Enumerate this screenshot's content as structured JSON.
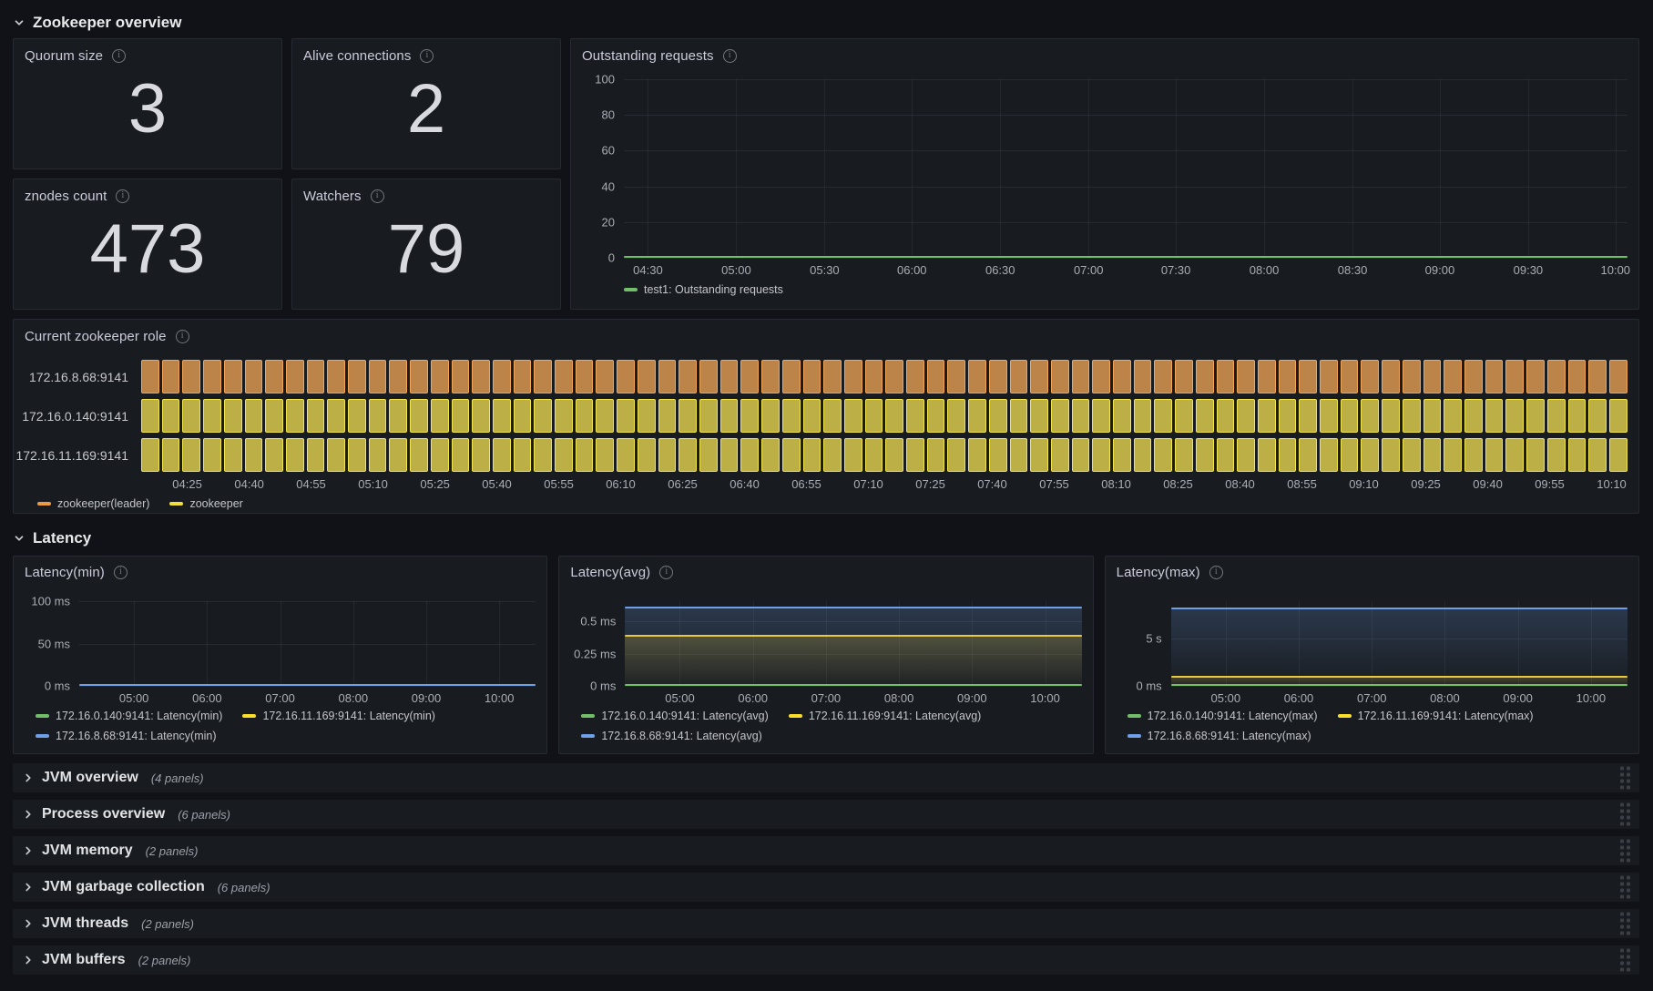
{
  "colors": {
    "page_bg": "#111217",
    "panel_bg": "#181B1F",
    "text_primary": "#CCCCDC",
    "text_secondary": "#9DA0A8",
    "tick_text": "#ABADB5",
    "green": "#73BF69",
    "yellow": "#FADE2A",
    "yellow_line": "#E8C93D",
    "blue": "#6E9FE8",
    "leader_fill": "#BC8448",
    "leader_border": "#F2A65A",
    "follower_fill": "#BBAF46",
    "follower_border": "#F2E54E"
  },
  "sections": {
    "zookeeper": {
      "title": "Zookeeper overview"
    },
    "latency": {
      "title": "Latency"
    }
  },
  "stats": [
    {
      "title": "Quorum size",
      "value": "3"
    },
    {
      "title": "Alive connections",
      "value": "2"
    },
    {
      "title": "znodes count",
      "value": "473"
    },
    {
      "title": "Watchers",
      "value": "79"
    }
  ],
  "outstanding": {
    "title": "Outstanding requests",
    "y_ticks": [
      {
        "label": "100",
        "pct": 0
      },
      {
        "label": "80",
        "pct": 20
      },
      {
        "label": "60",
        "pct": 40
      },
      {
        "label": "40",
        "pct": 60
      },
      {
        "label": "20",
        "pct": 80
      },
      {
        "label": "0",
        "pct": 100
      }
    ],
    "x_ticks": [
      {
        "label": "04:30",
        "pct": 2.4
      },
      {
        "label": "05:00",
        "pct": 11.2
      },
      {
        "label": "05:30",
        "pct": 20.0
      },
      {
        "label": "06:00",
        "pct": 28.7
      },
      {
        "label": "06:30",
        "pct": 37.5
      },
      {
        "label": "07:00",
        "pct": 46.3
      },
      {
        "label": "07:30",
        "pct": 55.0
      },
      {
        "label": "08:00",
        "pct": 63.8
      },
      {
        "label": "08:30",
        "pct": 72.6
      },
      {
        "label": "09:00",
        "pct": 81.3
      },
      {
        "label": "09:30",
        "pct": 90.1
      },
      {
        "label": "10:00",
        "pct": 98.8
      }
    ],
    "lines": [
      {
        "color": "#73BF69",
        "pct": 100,
        "fill": false
      }
    ],
    "legend": [
      {
        "label": "test1: Outstanding requests",
        "color": "#73BF69"
      }
    ]
  },
  "role": {
    "title": "Current zookeeper role",
    "bar_count": 72,
    "rows": [
      {
        "label": "172.16.8.68:9141",
        "state": "leader"
      },
      {
        "label": "172.16.0.140:9141",
        "state": "follower"
      },
      {
        "label": "172.16.11.169:9141",
        "state": "follower"
      }
    ],
    "x_ticks": [
      {
        "label": "04:25",
        "pct": 3.1
      },
      {
        "label": "04:40",
        "pct": 7.27
      },
      {
        "label": "04:55",
        "pct": 11.43
      },
      {
        "label": "05:10",
        "pct": 15.6
      },
      {
        "label": "05:25",
        "pct": 19.77
      },
      {
        "label": "05:40",
        "pct": 23.93
      },
      {
        "label": "05:55",
        "pct": 28.1
      },
      {
        "label": "06:10",
        "pct": 32.26
      },
      {
        "label": "06:25",
        "pct": 36.43
      },
      {
        "label": "06:40",
        "pct": 40.6
      },
      {
        "label": "06:55",
        "pct": 44.76
      },
      {
        "label": "07:10",
        "pct": 48.93
      },
      {
        "label": "07:25",
        "pct": 53.1
      },
      {
        "label": "07:40",
        "pct": 57.26
      },
      {
        "label": "07:55",
        "pct": 61.43
      },
      {
        "label": "08:10",
        "pct": 65.6
      },
      {
        "label": "08:25",
        "pct": 69.76
      },
      {
        "label": "08:40",
        "pct": 73.93
      },
      {
        "label": "08:55",
        "pct": 78.1
      },
      {
        "label": "09:10",
        "pct": 82.26
      },
      {
        "label": "09:25",
        "pct": 86.43
      },
      {
        "label": "09:40",
        "pct": 90.6
      },
      {
        "label": "09:55",
        "pct": 94.76
      },
      {
        "label": "10:10",
        "pct": 98.93
      }
    ],
    "legend": [
      {
        "label": "zookeeper(leader)",
        "color": "#ED9B43"
      },
      {
        "label": "zookeeper",
        "color": "#F2DF3C"
      }
    ]
  },
  "latency_x_ticks": [
    {
      "label": "05:00",
      "pct": 12
    },
    {
      "label": "06:00",
      "pct": 28
    },
    {
      "label": "07:00",
      "pct": 44
    },
    {
      "label": "08:00",
      "pct": 60
    },
    {
      "label": "09:00",
      "pct": 76
    },
    {
      "label": "10:00",
      "pct": 92
    }
  ],
  "latency_panels": [
    {
      "title": "Latency(min)",
      "y_ticks": [
        {
          "label": "100 ms",
          "pct": 0
        },
        {
          "label": "50 ms",
          "pct": 50
        },
        {
          "label": "0 ms",
          "pct": 100
        }
      ],
      "lines": [
        {
          "color": "#6E9FE8",
          "pct": 100,
          "fill": false
        }
      ],
      "legend": [
        {
          "label": "172.16.0.140:9141: Latency(min)",
          "color": "#73BF69"
        },
        {
          "label": "172.16.11.169:9141: Latency(min)",
          "color": "#FADE2A"
        },
        {
          "label": "172.16.8.68:9141: Latency(min)",
          "color": "#6E9FE8"
        }
      ]
    },
    {
      "title": "Latency(avg)",
      "y_ticks": [
        {
          "label": "0.5 ms",
          "pct": 24
        },
        {
          "label": "0.25 ms",
          "pct": 62
        },
        {
          "label": "0 ms",
          "pct": 100
        }
      ],
      "lines": [
        {
          "color": "#6E9FE8",
          "pct": 7.5,
          "fill": true,
          "fill_rgb": "110,159,232"
        },
        {
          "color": "#E8C93D",
          "pct": 41,
          "fill": true,
          "fill_rgb": "232,201,61"
        },
        {
          "color": "#73BF69",
          "pct": 100,
          "fill": false
        }
      ],
      "legend": [
        {
          "label": "172.16.0.140:9141: Latency(avg)",
          "color": "#73BF69"
        },
        {
          "label": "172.16.11.169:9141: Latency(avg)",
          "color": "#FADE2A"
        },
        {
          "label": "172.16.8.68:9141: Latency(avg)",
          "color": "#6E9FE8"
        }
      ]
    },
    {
      "title": "Latency(max)",
      "y_ticks": [
        {
          "label": "5 s",
          "pct": 44
        },
        {
          "label": "0 ms",
          "pct": 100
        }
      ],
      "lines": [
        {
          "color": "#6E9FE8",
          "pct": 8.5,
          "fill": true,
          "fill_rgb": "110,159,232"
        },
        {
          "color": "#E8C93D",
          "pct": 90,
          "fill": true,
          "fill_rgb": "232,201,61"
        },
        {
          "color": "#73BF69",
          "pct": 100,
          "fill": false
        }
      ],
      "legend": [
        {
          "label": "172.16.0.140:9141: Latency(max)",
          "color": "#73BF69"
        },
        {
          "label": "172.16.11.169:9141: Latency(max)",
          "color": "#FADE2A"
        },
        {
          "label": "172.16.8.68:9141: Latency(max)",
          "color": "#6E9FE8"
        }
      ]
    }
  ],
  "collapsed_rows": [
    {
      "title": "JVM overview",
      "count": "(4 panels)"
    },
    {
      "title": "Process overview",
      "count": "(6 panels)"
    },
    {
      "title": "JVM memory",
      "count": "(2 panels)"
    },
    {
      "title": "JVM garbage collection",
      "count": "(6 panels)"
    },
    {
      "title": "JVM threads",
      "count": "(2 panels)"
    },
    {
      "title": "JVM buffers",
      "count": "(2 panels)"
    }
  ],
  "chart_data": [
    {
      "type": "line",
      "title": "Outstanding requests",
      "xlabel": "",
      "ylabel": "",
      "ylim": [
        0,
        100
      ],
      "x": [
        "04:30",
        "05:00",
        "05:30",
        "06:00",
        "06:30",
        "07:00",
        "07:30",
        "08:00",
        "08:30",
        "09:00",
        "09:30",
        "10:00"
      ],
      "series": [
        {
          "name": "test1: Outstanding requests",
          "color": "#73BF69",
          "values": [
            0,
            0,
            0,
            0,
            0,
            0,
            0,
            0,
            0,
            0,
            0,
            0
          ]
        }
      ],
      "legend_position": "bottom",
      "grid": true
    },
    {
      "type": "heatmap",
      "subtype": "state-timeline",
      "title": "Current zookeeper role",
      "x": [
        "04:25",
        "04:40",
        "04:55",
        "05:10",
        "05:25",
        "05:40",
        "05:55",
        "06:10",
        "06:25",
        "06:40",
        "06:55",
        "07:10",
        "07:25",
        "07:40",
        "07:55",
        "08:10",
        "08:25",
        "08:40",
        "08:55",
        "09:10",
        "09:25",
        "09:40",
        "09:55",
        "10:10"
      ],
      "rows": [
        {
          "name": "172.16.8.68:9141",
          "state": "zookeeper(leader)"
        },
        {
          "name": "172.16.0.140:9141",
          "state": "zookeeper"
        },
        {
          "name": "172.16.11.169:9141",
          "state": "zookeeper"
        }
      ],
      "legend": [
        "zookeeper(leader)",
        "zookeeper"
      ],
      "legend_position": "bottom"
    },
    {
      "type": "line",
      "title": "Latency(min)",
      "ylim_ms": [
        0,
        100
      ],
      "x": [
        "05:00",
        "06:00",
        "07:00",
        "08:00",
        "09:00",
        "10:00"
      ],
      "series": [
        {
          "name": "172.16.0.140:9141: Latency(min)",
          "values_ms": [
            0,
            0,
            0,
            0,
            0,
            0
          ]
        },
        {
          "name": "172.16.11.169:9141: Latency(min)",
          "values_ms": [
            0,
            0,
            0,
            0,
            0,
            0
          ]
        },
        {
          "name": "172.16.8.68:9141: Latency(min)",
          "values_ms": [
            0,
            0,
            0,
            0,
            0,
            0
          ]
        }
      ],
      "legend_position": "bottom",
      "grid": true
    },
    {
      "type": "area",
      "title": "Latency(avg)",
      "ylim_ms": [
        0,
        0.65
      ],
      "x": [
        "05:00",
        "06:00",
        "07:00",
        "08:00",
        "09:00",
        "10:00"
      ],
      "series": [
        {
          "name": "172.16.0.140:9141: Latency(avg)",
          "values_ms": [
            0,
            0,
            0,
            0,
            0,
            0
          ]
        },
        {
          "name": "172.16.11.169:9141: Latency(avg)",
          "values_ms": [
            0.39,
            0.39,
            0.39,
            0.39,
            0.39,
            0.39
          ]
        },
        {
          "name": "172.16.8.68:9141: Latency(avg)",
          "values_ms": [
            0.61,
            0.61,
            0.61,
            0.61,
            0.61,
            0.61
          ]
        }
      ],
      "legend_position": "bottom",
      "grid": true
    },
    {
      "type": "area",
      "title": "Latency(max)",
      "ylim_s": [
        0,
        8.9
      ],
      "x": [
        "05:00",
        "06:00",
        "07:00",
        "08:00",
        "09:00",
        "10:00"
      ],
      "series": [
        {
          "name": "172.16.0.140:9141: Latency(max)",
          "values_s": [
            0,
            0,
            0,
            0,
            0,
            0
          ]
        },
        {
          "name": "172.16.11.169:9141: Latency(max)",
          "values_s": [
            0.85,
            0.85,
            0.85,
            0.85,
            0.85,
            0.85
          ]
        },
        {
          "name": "172.16.8.68:9141: Latency(max)",
          "values_s": [
            8.2,
            8.2,
            8.2,
            8.2,
            8.2,
            8.2
          ]
        }
      ],
      "legend_position": "bottom",
      "grid": true
    }
  ]
}
